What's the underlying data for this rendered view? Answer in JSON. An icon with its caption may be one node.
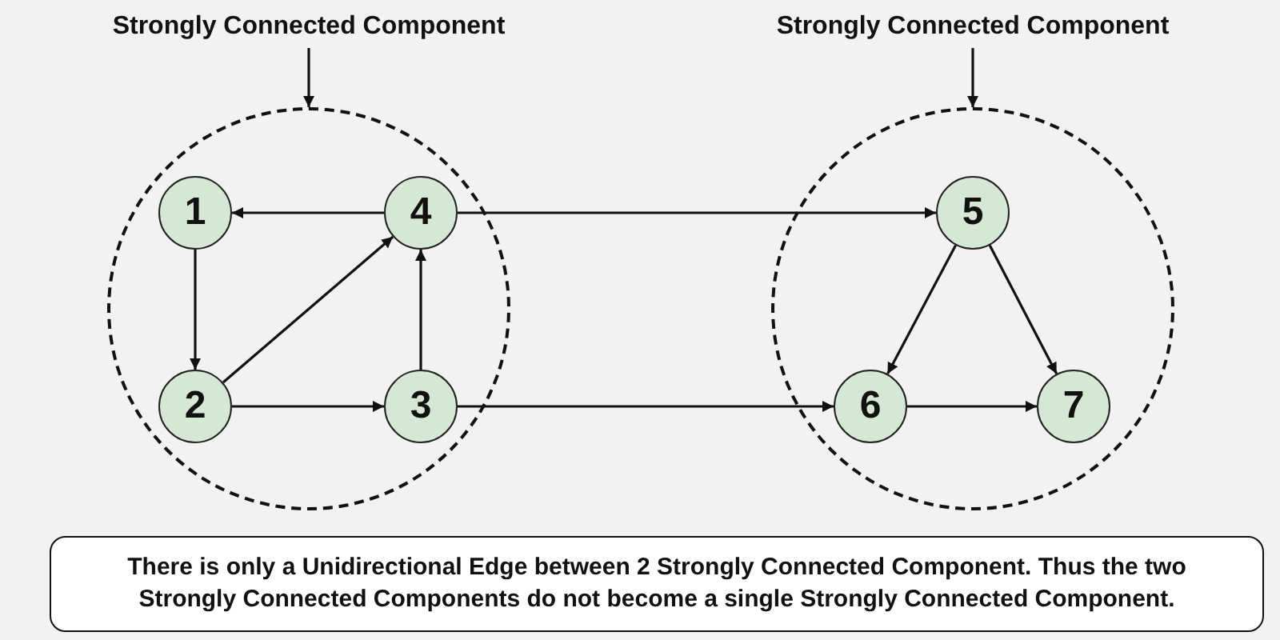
{
  "diagram": {
    "nodes": [
      {
        "text": [
          "Strongly Connected Component"
        ]
      },
      {
        "text": [],
        "shape": "circle"
      },
      {
        "text": [
          "1"
        ],
        "in": 1
      },
      {
        "text": [
          "4"
        ],
        "in": 1
      },
      {
        "text": [
          "2"
        ],
        "in": 1
      },
      {
        "text": [
          "3"
        ],
        "in": 1
      },
      {
        "text": [
          "Strongly Connected Component"
        ]
      },
      {
        "text": [],
        "shape": "circle"
      },
      {
        "text": [
          "5"
        ],
        "in": 7
      },
      {
        "text": [
          "6"
        ],
        "in": 7
      },
      {
        "text": [
          "7"
        ],
        "in": 7
      },
      {
        "text": [
          "There is only a Unidirectional Edge between 2 Strongly Connected Component. Thus the two Strongly Connected Components do not become a single Strongly Connected Component."
        ]
      }
    ],
    "edges": [
      {
        "from": 0,
        "to": 1,
        "arrow": "to"
      },
      {
        "from": 6,
        "to": 7,
        "arrow": "to"
      },
      {
        "from": 3,
        "to": 2,
        "arrow": "to"
      },
      {
        "from": 2,
        "to": 4,
        "arrow": "to"
      },
      {
        "from": 4,
        "to": 3,
        "arrow": "to"
      },
      {
        "from": 4,
        "to": 5,
        "arrow": "to"
      },
      {
        "from": 5,
        "to": 3,
        "arrow": "to"
      },
      {
        "from": 3,
        "to": 8,
        "arrow": "to"
      },
      {
        "from": 5,
        "to": 9,
        "arrow": "to"
      },
      {
        "from": 8,
        "to": 9,
        "arrow": "to"
      },
      {
        "from": 8,
        "to": 10,
        "arrow": "to"
      },
      {
        "from": 9,
        "to": 10,
        "arrow": "to"
      }
    ]
  }
}
